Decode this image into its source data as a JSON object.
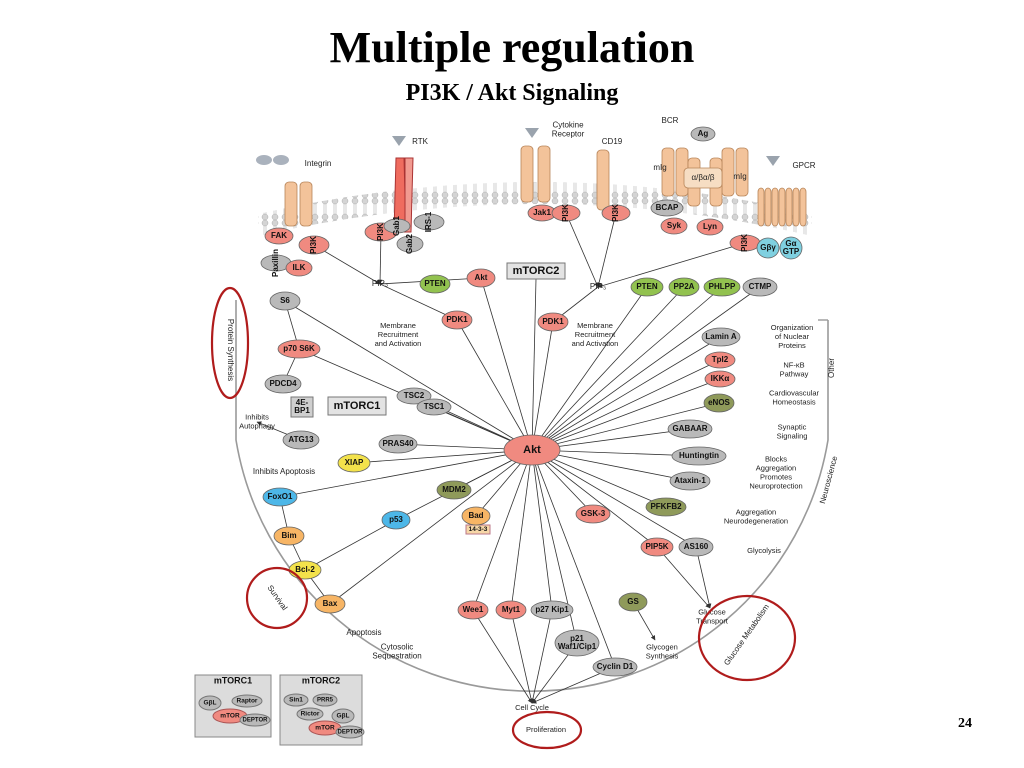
{
  "title": "Multiple regulation",
  "subtitle": "PI3K / Akt Signaling",
  "page_number": "24",
  "colors": {
    "red_node": "#f08a80",
    "gray_node": "#b9b9b9",
    "green_node": "#92c24f",
    "olive_node": "#8f9a5a",
    "yellow_node": "#f3e24b",
    "orange_node": "#f7b565",
    "blue_node": "#4db7e8",
    "cyan_node": "#7fd0e0",
    "membrane": "#cfcfcf",
    "receptor": "#f3c39a",
    "circle_highlight": "#b01c1c"
  },
  "receptor_labels": {
    "integrin": "Integrin",
    "rtk": "RTK",
    "cytokine": "Cytokine\nReceptor",
    "cd19": "CD19",
    "bcr": "BCR",
    "mig_left": "mIg",
    "mig_right": "mIg",
    "abeta": "α/βα/β",
    "gpcr": "GPCR"
  },
  "nodes": {
    "FAK": "FAK",
    "Paxillin": "Paxillin",
    "PI3K_1": "PI3K",
    "ILK": "ILK",
    "PI3K_2": "PI3K",
    "Gab1": "Gab1",
    "Gab2": "Gab2",
    "IRS1": "IRS-1",
    "Jak1": "Jak1",
    "PI3K_3": "PI3K",
    "PI3K_4": "PI3K",
    "Ag": "Ag",
    "BCAP": "BCAP",
    "Syk": "Syk",
    "Lyn": "Lyn",
    "PI3K_5": "PI3K",
    "Gbg": "Gβγ",
    "Ga": "Gα\nGTP",
    "PIP3_L": "PIP₃",
    "PIP3_R": "PIP₃",
    "PTEN_L": "PTEN",
    "Akt_top": "Akt",
    "mTORC2_top": "mTORC2",
    "PTEN_R": "PTEN",
    "PP2A": "PP2A",
    "PHLPP": "PHLPP",
    "CTMP": "CTMP",
    "PDK1_L": "PDK1",
    "PDK1_R": "PDK1",
    "S6": "S6",
    "p70S6K": "p70 S6K",
    "PDCD4": "PDCD4",
    "4EBP1": "4E-\nBP1",
    "mTORC1": "mTORC1",
    "TSC2": "TSC2",
    "TSC1": "TSC1",
    "ATG13": "ATG13",
    "PRAS40": "PRAS40",
    "XIAP": "XIAP",
    "FoxO1": "FoxO1",
    "MDM2": "MDM2",
    "p53": "p53",
    "Bim": "Bim",
    "Bcl2": "Bcl-2",
    "Bax": "Bax",
    "Bad": "Bad",
    "Bad1433": "14-3-3",
    "Akt": "Akt",
    "Wee1": "Wee1",
    "Myt1": "Myt1",
    "p27": "p27 Kip1",
    "p21": "p21\nWaf1/Cip1",
    "GSK3": "GSK-3",
    "GS": "GS",
    "CyclinD1": "Cyclin D1",
    "PIP5K": "PIP5K",
    "AS160": "AS160",
    "PFKFB2": "PFKFB2",
    "Ataxin1": "Ataxin-1",
    "Huntingtin": "Huntingtin",
    "GABAAR": "GABAAR",
    "eNOS": "eNOS",
    "IKKa": "IKKα",
    "Tpl2": "Tpl2",
    "LaminA": "Lamin A"
  },
  "outcomes": {
    "membrane_left": "Membrane\nRecruitment\nand Activation",
    "membrane_right": "Membrane\nRecruitment\nand Activation",
    "inhibits_autophagy": "Inhibits\nAutophagy",
    "inhibits_apoptosis": "Inhibits Apoptosis",
    "apoptosis": "Apoptosis",
    "cytosolic": "Cytosolic\nSequestration",
    "cell_cycle": "Cell Cycle",
    "proliferation": "Proliferation",
    "glycogen": "Glycogen\nSynthesis",
    "glucose_transport": "Glucose\nTransport",
    "glycolysis": "Glycolysis",
    "aggregation_neuro": "Aggregation\nNeurodegeneration",
    "blocks_aggregation": "Blocks\nAggregation\nPromotes\nNeuroprotection",
    "synaptic": "Synaptic\nSignaling",
    "cardio": "Cardiovascular\nHomeostasis",
    "nfkb": "NF-κB\nPathway",
    "nuclear": "Organization\nof Nuclear\nProteins"
  },
  "side_labels": {
    "protein_synthesis": "Protein Synthesis",
    "survival": "Survival",
    "glucose_metabolism": "Glucose Metabolism",
    "neuroscience": "Neuroscience",
    "other": "Other"
  },
  "legend": {
    "mtorc1_title": "mTORC1",
    "mtorc1_items": {
      "gbl": "GβL",
      "raptor": "Raptor",
      "mtor": "mTOR",
      "deptor": "DEPTOR"
    },
    "mtorc2_title": "mTORC2",
    "mtorc2_items": {
      "sin1": "Sin1",
      "prr5": "PRR5",
      "rictor": "Rictor",
      "gbl": "GβL",
      "mtor": "mTOR",
      "deptor": "DEPTOR"
    }
  }
}
